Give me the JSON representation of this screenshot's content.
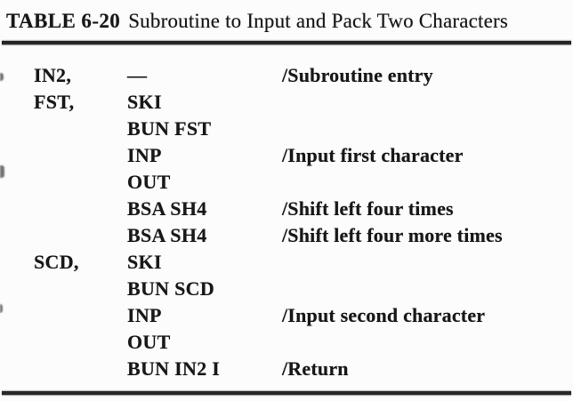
{
  "table": {
    "title_label": "TABLE 6-20",
    "title_caption": "Subroutine to Input and Pack Two Characters",
    "rows": [
      {
        "label": "IN2,",
        "instruction": "—",
        "comment": "/Subroutine entry"
      },
      {
        "label": "FST,",
        "instruction": "SKI",
        "comment": ""
      },
      {
        "label": "",
        "instruction": "BUN FST",
        "comment": ""
      },
      {
        "label": "",
        "instruction": "INP",
        "comment": "/Input first character"
      },
      {
        "label": "",
        "instruction": "OUT",
        "comment": ""
      },
      {
        "label": "",
        "instruction": "BSA SH4",
        "comment": "/Shift left four times"
      },
      {
        "label": "",
        "instruction": "BSA SH4",
        "comment": "/Shift left four more times"
      },
      {
        "label": "SCD,",
        "instruction": "SKI",
        "comment": ""
      },
      {
        "label": "",
        "instruction": "BUN SCD",
        "comment": ""
      },
      {
        "label": "",
        "instruction": "INP",
        "comment": "/Input second character"
      },
      {
        "label": "",
        "instruction": "OUT",
        "comment": ""
      },
      {
        "label": "",
        "instruction": "BUN IN2 I",
        "comment": "/Return"
      }
    ]
  }
}
